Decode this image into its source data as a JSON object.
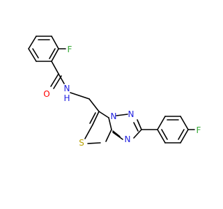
{
  "colors": {
    "carbon": "#000000",
    "nitrogen": "#2020e0",
    "oxygen": "#ff0000",
    "sulfur": "#b8a000",
    "fluorine": "#33a833"
  },
  "atoms": {
    "F1": "F",
    "O1": "O",
    "N_amide": "N",
    "H_amide": "H",
    "N_ring1": "N",
    "N_ring2": "N",
    "N_ring3": "N",
    "S1": "S",
    "F2": "F"
  }
}
